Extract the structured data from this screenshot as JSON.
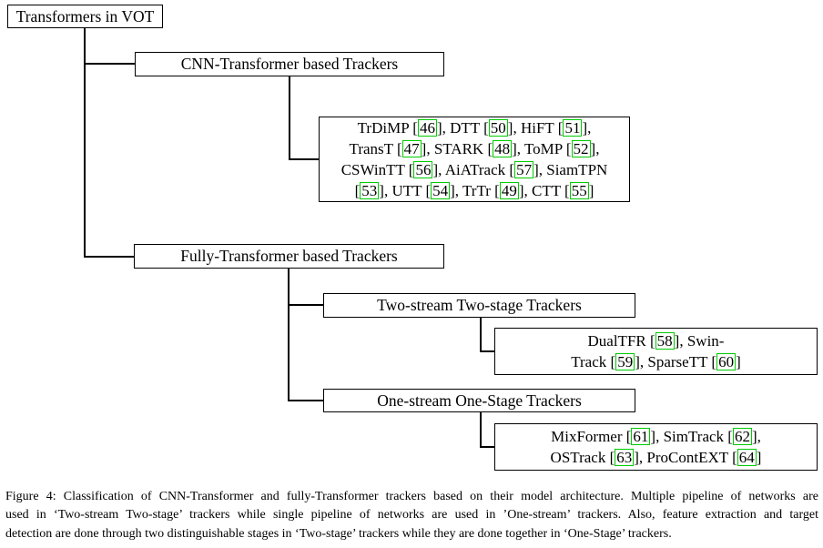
{
  "figure": {
    "link_color": "#00cc00",
    "nodes": {
      "root": "Transformers in VOT",
      "cnn": "CNN-Transformer based Trackers",
      "fully": "Fully-Transformer based Trackers",
      "two_stream": "Two-stream Two-stage Trackers",
      "one_stream": "One-stream One-Stage Trackers"
    },
    "leaves": {
      "cnn_trackers": {
        "lines": [
          [
            {
              "t": "TrDiMP "
            },
            {
              "c": "46"
            },
            {
              "t": ", DTT "
            },
            {
              "c": "50"
            },
            {
              "t": ", HiFT "
            },
            {
              "c": "51"
            },
            {
              "t": ","
            }
          ],
          [
            {
              "t": "TransT "
            },
            {
              "c": "47"
            },
            {
              "t": ", STARK "
            },
            {
              "c": "48"
            },
            {
              "t": ", ToMP "
            },
            {
              "c": "52"
            },
            {
              "t": ","
            }
          ],
          [
            {
              "t": "CSWinTT "
            },
            {
              "c": "56"
            },
            {
              "t": ", AiATrack "
            },
            {
              "c": "57"
            },
            {
              "t": ", SiamTPN"
            }
          ],
          [
            {
              "c": "53"
            },
            {
              "t": ", UTT "
            },
            {
              "c": "54"
            },
            {
              "t": ", TrTr "
            },
            {
              "c": "49"
            },
            {
              "t": ", CTT "
            },
            {
              "c": "55"
            }
          ]
        ]
      },
      "two_stream_trackers": {
        "lines": [
          [
            {
              "t": "DualTFR "
            },
            {
              "c": "58"
            },
            {
              "t": ", Swin-"
            }
          ],
          [
            {
              "t": "Track "
            },
            {
              "c": "59"
            },
            {
              "t": ", SparseTT "
            },
            {
              "c": "60"
            }
          ]
        ]
      },
      "one_stream_trackers": {
        "lines": [
          [
            {
              "t": "MixFormer "
            },
            {
              "c": "61"
            },
            {
              "t": ", SimTrack "
            },
            {
              "c": "62"
            },
            {
              "t": ","
            }
          ],
          [
            {
              "t": "OSTrack "
            },
            {
              "c": "63"
            },
            {
              "t": ", ProContEXT "
            },
            {
              "c": "64"
            }
          ]
        ]
      }
    }
  },
  "caption": {
    "lines": [
      "Figure 4: Classification of CNN-Transformer and fully-Transformer trackers based on their model architecture. Multiple pipeline of networks are",
      "used in ‘Two-stream Two-stage’ trackers while single pipeline of networks are used in ’One-stream’ trackers. Also, feature extraction and target",
      "detection are done through two distinguishable stages in ‘Two-stage’ trackers while they are done together in ‘One-Stage’ trackers."
    ]
  }
}
